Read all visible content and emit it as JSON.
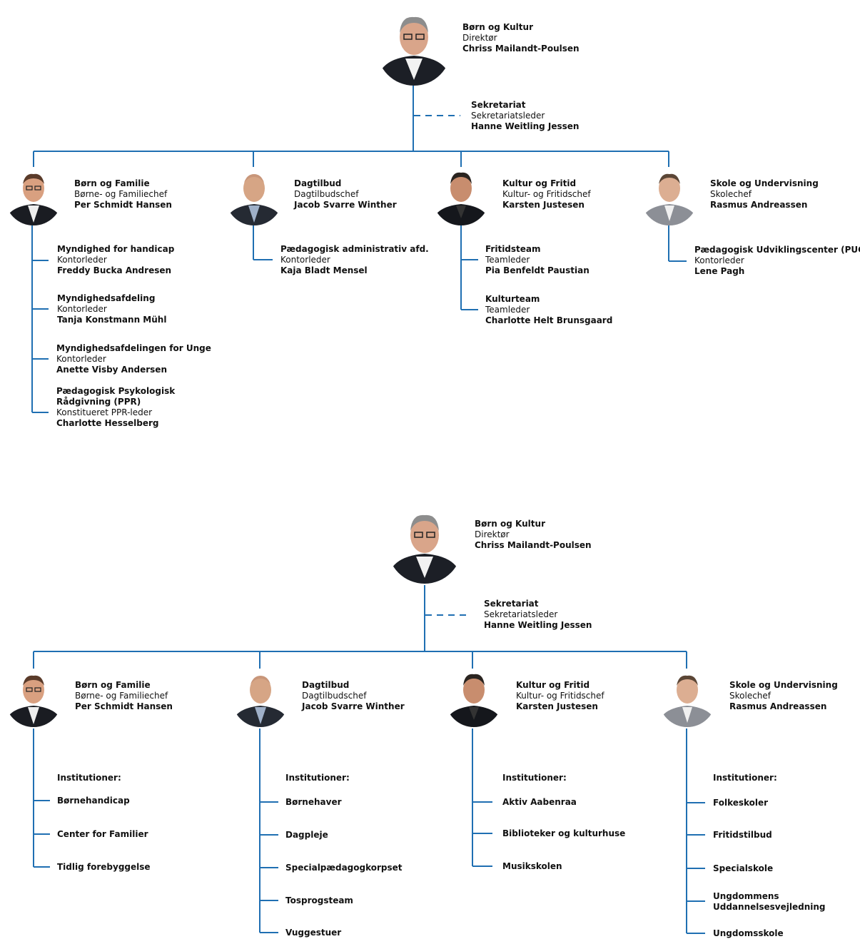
{
  "charts": [
    {
      "director": {
        "unit": "Børn og Kultur",
        "role": "Direktør",
        "person": "Chriss Mailandt-Poulsen"
      },
      "secretariat": {
        "unit": "Sekretariat",
        "role": "Sekretariatsleder",
        "person": "Hanne Weitling Jessen"
      },
      "departments": [
        {
          "unit": "Børn og Familie",
          "role": "Børne- og Familiechef",
          "person": "Per Schmidt Hansen",
          "children": [
            {
              "unit": "Myndighed for handicap",
              "role": "Kontorleder",
              "person": "Freddy Bucka Andresen"
            },
            {
              "unit": "Myndighedsafdeling",
              "role": "Kontorleder",
              "person": "Tanja Konstmann Mühl"
            },
            {
              "unit": "Myndighedsafdelingen for Unge",
              "role": "Kontorleder",
              "person": "Anette Visby Andersen"
            },
            {
              "unit": "Pædagogisk Psykologisk Rådgivning (PPR)",
              "role": "Konstitueret PPR-leder",
              "person": "Charlotte Hesselberg"
            }
          ]
        },
        {
          "unit": "Dagtilbud",
          "role": "Dagtilbudschef",
          "person": "Jacob Svarre Winther",
          "children": [
            {
              "unit": "Pædagogisk administrativ afd.",
              "role": "Kontorleder",
              "person": "Kaja Bladt Mensel"
            }
          ]
        },
        {
          "unit": "Kultur og Fritid",
          "role": "Kultur- og Fritidschef",
          "person": "Karsten Justesen",
          "children": [
            {
              "unit": "Fritidsteam",
              "role": "Teamleder",
              "person": "Pia Benfeldt Paustian"
            },
            {
              "unit": "Kulturteam",
              "role": "Teamleder",
              "person": "Charlotte Helt Brunsgaard"
            }
          ]
        },
        {
          "unit": "Skole og Undervisning",
          "role": "Skolechef",
          "person": "Rasmus Andreassen",
          "children": [
            {
              "unit": "Pædagogisk Udviklingscenter (PUC)",
              "role": "Kontorleder",
              "person": "Lene Pagh"
            }
          ]
        }
      ]
    },
    {
      "director": {
        "unit": "Børn og Kultur",
        "role": "Direktør",
        "person": "Chriss Mailandt-Poulsen"
      },
      "secretariat": {
        "unit": "Sekretariat",
        "role": "Sekretariatsleder",
        "person": "Hanne Weitling Jessen"
      },
      "institutions_label": "Institutioner:",
      "departments": [
        {
          "unit": "Børn og Familie",
          "role": "Børne- og Familiechef",
          "person": "Per Schmidt Hansen",
          "institutions": [
            "Børnehandicap",
            "Center for Familier",
            "Tidlig forebyggelse"
          ]
        },
        {
          "unit": "Dagtilbud",
          "role": "Dagtilbudschef",
          "person": "Jacob Svarre Winther",
          "institutions": [
            "Børnehaver",
            "Dagpleje",
            "Specialpædagogkorpset",
            "Tosprogsteam",
            "Vuggestuer"
          ]
        },
        {
          "unit": "Kultur og Fritid",
          "role": "Kultur- og Fritidschef",
          "person": "Karsten Justesen",
          "institutions": [
            "Aktiv Aabenraa",
            "Biblioteker og kulturhuse",
            "Musikskolen"
          ]
        },
        {
          "unit": "Skole og Undervisning",
          "role": "Skolechef",
          "person": "Rasmus Andreassen",
          "institutions": [
            "Folkeskoler",
            "Fritidstilbud",
            "Specialskole",
            "Ungdommens Uddannelsesvejledning",
            "Ungdomsskole"
          ]
        }
      ]
    }
  ],
  "colors": {
    "line": "#1f6fb2",
    "text": "#111111"
  }
}
